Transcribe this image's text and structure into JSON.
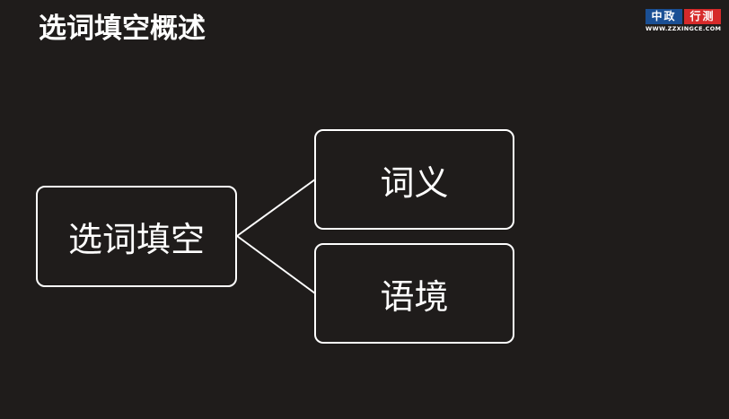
{
  "slide": {
    "title": "选词填空概述"
  },
  "logo": {
    "left_text": "中政",
    "right_text": "行测",
    "url": "WWW.ZZXINGCE.COM",
    "left_color": "#1a4f94",
    "right_color": "#d62a2a"
  },
  "diagram": {
    "root": "选词填空",
    "children": [
      {
        "label": "词义"
      },
      {
        "label": "语境"
      }
    ]
  },
  "colors": {
    "background": "#1f1c1b",
    "foreground": "#ffffff"
  }
}
